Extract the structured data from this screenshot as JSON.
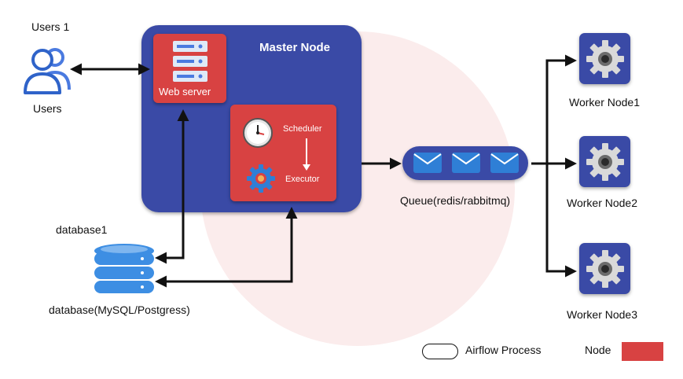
{
  "users": {
    "top_label": "Users 1",
    "bottom_label": "Users"
  },
  "master": {
    "title": "Master Node"
  },
  "web_server": {
    "label": "Web server"
  },
  "scheduler": {
    "scheduler_label": "Scheduler",
    "executor_label": "Executor"
  },
  "queue": {
    "label": "Queue(redis/rabbitmq)"
  },
  "database": {
    "top_label": "database1",
    "bottom_label": "database(MySQL/Postgress)"
  },
  "workers": [
    {
      "label": "Worker Node1"
    },
    {
      "label": "Worker Node2"
    },
    {
      "label": "Worker Node3"
    }
  ],
  "legend": {
    "process_label": "Airflow Process",
    "node_label": "Node"
  },
  "colors": {
    "master_blue": "#3a4aa6",
    "node_red": "#d84242",
    "user_icon_blue": "#4a7ae0",
    "database_blue": "#3d8ee3",
    "envelope_blue": "#2f7fd6",
    "watermark_pink": "#fbecec"
  },
  "icons": [
    "users-icon",
    "server-icon",
    "clock-icon",
    "gear-icon",
    "database-icon",
    "envelope-icon",
    "worker-gear-icon"
  ]
}
